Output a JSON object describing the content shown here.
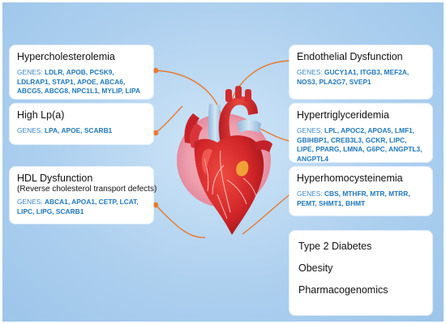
{
  "colors": {
    "background": "#aed0ef",
    "card": "#ffffff",
    "gene_text": "#1e78bd",
    "connector": "#e8782e",
    "heart_red": "#d4282c",
    "heart_glow": "#f2a6b4"
  },
  "cards": {
    "hypercholesterolemia": {
      "title": "Hypercholesterolemia",
      "genes_label": "GENES:",
      "genes": "LDLR, APOB, PCSK9, LDLRAP1, STAP1, APOE, ABCA6, ABCG5, ABCG8, NPC1L1, MYLIP, LIPA"
    },
    "high_lpa": {
      "title": "High Lp(a)",
      "genes_label": "GENES:",
      "genes": "LPA, APOE, SCARB1"
    },
    "hdl_dysfunction": {
      "title": "HDL Dysfunction",
      "subtitle": "(Reverse cholesterol transport defects)",
      "genes_label": "GENES:",
      "genes": "ABCA1, APOA1, CETP, LCAT, LIPC, LIPG, SCARB1"
    },
    "endothelial_dysfunction": {
      "title": "Endothelial Dysfunction",
      "genes_label": "GENES:",
      "genes": "GUCY1A1, ITGB3, MEF2A, NOS3, PLA2G7, SVEP1"
    },
    "hypertriglyceridemia": {
      "title": "Hypertriglyceridemia",
      "genes_label": "GENES:",
      "genes": "LPL, APOC2, APOA5, LMF1, GBIHBP1, CREB3L3, GCKR, LIPC, LIPE, PPARG, LMNA, G6PC, ANGPTL3, ANGPTL4"
    },
    "hyperhomocysteinemia": {
      "title": "Hyperhomocysteinemia",
      "genes_label": "GENES:",
      "genes": "CBS, MTHFR, MTR, MTRR, PEMT, SHMT1, BHMT"
    },
    "other_conditions": {
      "items": [
        "Type 2 Diabetes",
        "Obesity",
        "Pharmacogenomics"
      ]
    }
  },
  "icons": {
    "center": "heart-icon",
    "connector_node": "dot-icon"
  }
}
